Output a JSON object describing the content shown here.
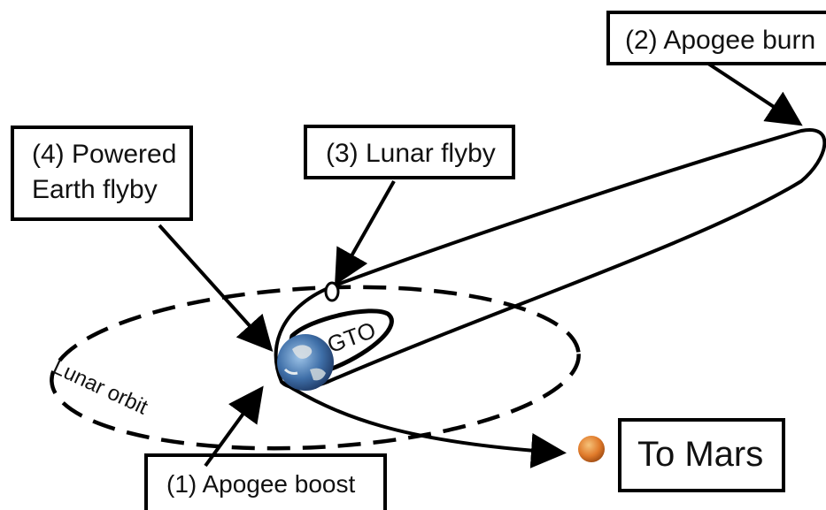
{
  "labels": {
    "apogee_burn": "(2) Apogee burn",
    "lunar_flyby": "(3) Lunar flyby",
    "powered_earth_flyby_line1": "(4) Powered",
    "powered_earth_flyby_line2": "Earth flyby",
    "apogee_boost": "(1) Apogee boost",
    "to_mars": "To Mars",
    "gto": "GTO",
    "lunar_orbit": "Lunar orbit"
  },
  "colors": {
    "line": "#000000",
    "earth_ocean": "#3f6fa8",
    "earth_land": "#cfd8dc",
    "mars": "#e07a2a"
  },
  "icons": {
    "earth": "earth-globe-icon",
    "mars": "mars-planet-icon",
    "moon": "moon-marker-icon"
  }
}
